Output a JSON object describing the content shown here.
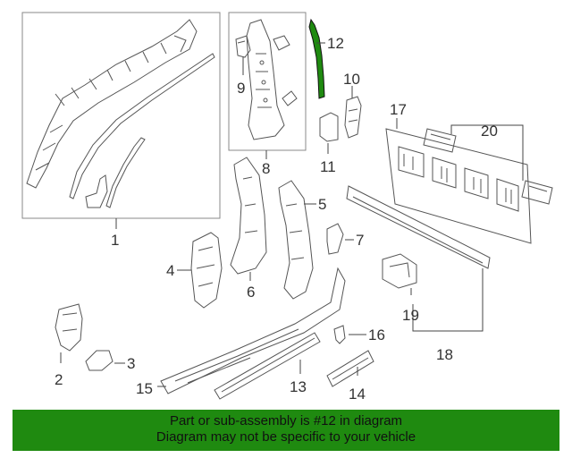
{
  "callouts": [
    {
      "id": "1",
      "label": "1"
    },
    {
      "id": "2",
      "label": "2"
    },
    {
      "id": "3",
      "label": "3"
    },
    {
      "id": "4",
      "label": "4"
    },
    {
      "id": "5",
      "label": "5"
    },
    {
      "id": "6",
      "label": "6"
    },
    {
      "id": "7",
      "label": "7"
    },
    {
      "id": "8",
      "label": "8"
    },
    {
      "id": "9",
      "label": "9"
    },
    {
      "id": "10",
      "label": "10"
    },
    {
      "id": "11",
      "label": "11"
    },
    {
      "id": "12",
      "label": "12"
    },
    {
      "id": "13",
      "label": "13"
    },
    {
      "id": "14",
      "label": "14"
    },
    {
      "id": "15",
      "label": "15"
    },
    {
      "id": "16",
      "label": "16"
    },
    {
      "id": "17",
      "label": "17"
    },
    {
      "id": "18",
      "label": "18"
    },
    {
      "id": "19",
      "label": "19"
    },
    {
      "id": "20",
      "label": "20"
    }
  ],
  "highlight": {
    "part": "12",
    "color": "#1f8a10"
  },
  "banner": {
    "line1": "Part or sub-assembly is #12 in diagram",
    "line2": "Diagram may not be specific to your vehicle",
    "background": "#1f8a10"
  },
  "colors": {
    "line": "#555555",
    "box": "#888888"
  }
}
